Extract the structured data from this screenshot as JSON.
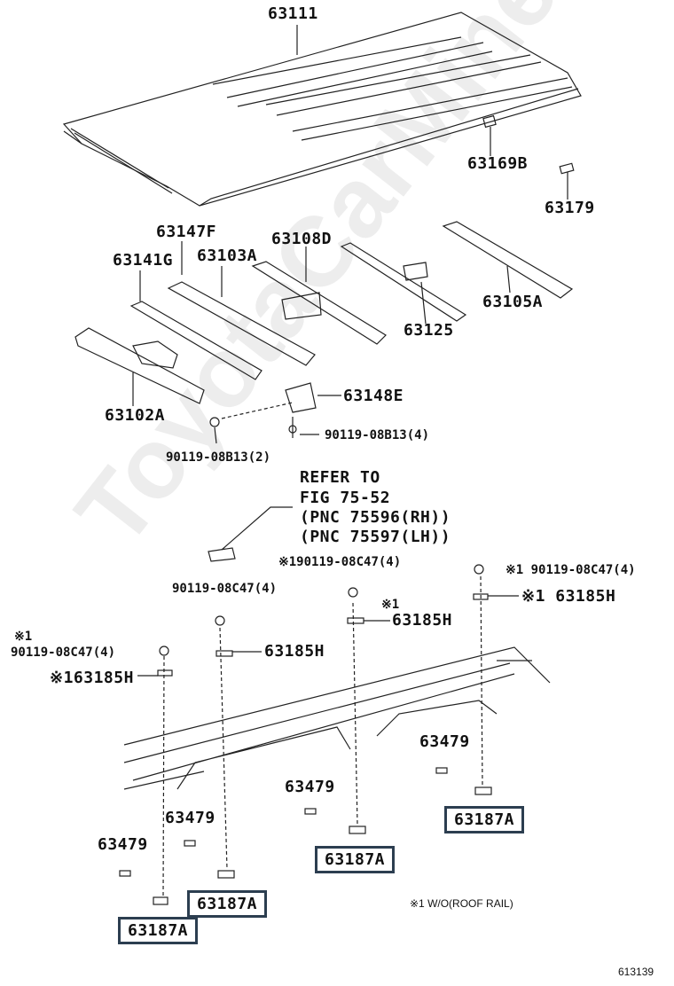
{
  "parts": {
    "p63111": "63111",
    "p63169B": "63169B",
    "p63179": "63179",
    "p63147F": "63147F",
    "p63141G": "63141G",
    "p63103A": "63103A",
    "p63108D": "63108D",
    "p63105A": "63105A",
    "p63125": "63125",
    "p63148E": "63148E",
    "p63102A": "63102A",
    "bolt_4": "90119-08B13(4)",
    "bolt_2": "90119-08B13(2)",
    "refer_1": "REFER TO",
    "refer_2": "FIG 75-52",
    "refer_3": "(PNC 75596(RH))",
    "refer_4": "(PNC 75597(LH))",
    "c47_a": "※190119-08C47(4)",
    "c47_b": "※1 90119-08C47(4)",
    "c47_mid": "90119-08C47(4)",
    "c47_left_mark": "※1",
    "c47_left": "90119-08C47(4)",
    "h_right": "※1 63185H",
    "h_mid_mark": "※1",
    "h_mid": "63185H",
    "h_left_mid": "63185H",
    "h_left": "※163185H",
    "p63479_a": "63479",
    "p63479_b": "63479",
    "p63479_c": "63479",
    "p63479_d": "63479",
    "p63187A_a": "63187A",
    "p63187A_b": "63187A",
    "p63187A_c": "63187A",
    "p63187A_d": "63187A"
  },
  "note": "※1 W/O(ROOF RAIL)",
  "figure_number": "613139",
  "watermark": "ToyotaCarMine.ru"
}
